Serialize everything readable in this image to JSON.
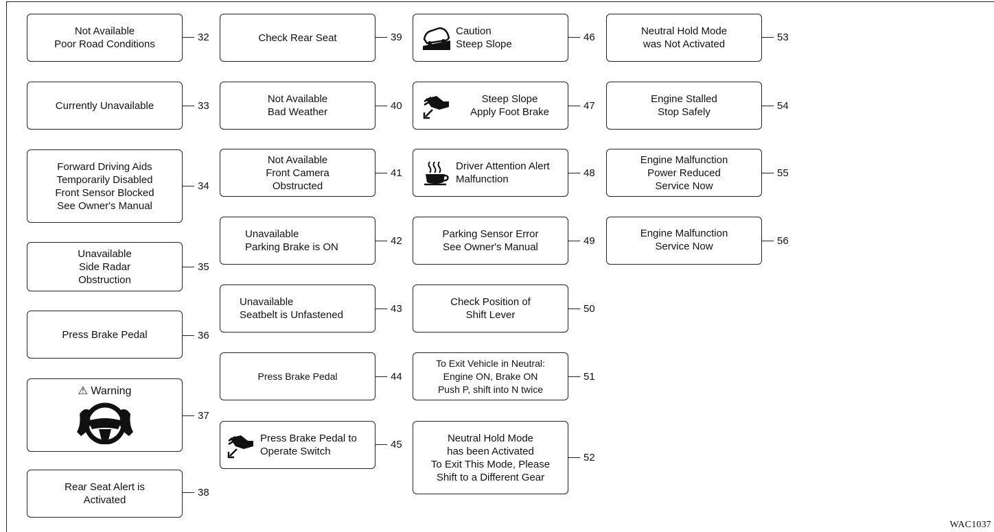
{
  "figure_code": "WAC1037",
  "messages": [
    {
      "id": "m32",
      "text": "Not Available\nPoor Road Conditions",
      "number": "32"
    },
    {
      "id": "m33",
      "text": "Currently Unavailable",
      "number": "33"
    },
    {
      "id": "m34",
      "text": "Forward Driving Aids\nTemporarily Disabled\nFront Sensor Blocked\nSee Owner's Manual",
      "number": "34"
    },
    {
      "id": "m35",
      "text": "Unavailable\nSide Radar\nObstruction",
      "number": "35"
    },
    {
      "id": "m36",
      "text": "Press Brake Pedal",
      "number": "36"
    },
    {
      "id": "m37",
      "text": "⚠ Warning",
      "number": "37",
      "icon": "hands-on-steering-wheel-icon"
    },
    {
      "id": "m38",
      "text": "Rear Seat Alert is\nActivated",
      "number": "38"
    },
    {
      "id": "m39",
      "text": "Check Rear Seat",
      "number": "39"
    },
    {
      "id": "m40",
      "text": "Not Available\nBad Weather",
      "number": "40"
    },
    {
      "id": "m41",
      "text": "Not Available\nFront Camera\nObstructed",
      "number": "41"
    },
    {
      "id": "m42",
      "text": "Unavailable\nParking Brake is ON",
      "number": "42"
    },
    {
      "id": "m43",
      "text": "Unavailable\nSeatbelt is Unfastened",
      "number": "43"
    },
    {
      "id": "m44",
      "text": "Press Brake Pedal",
      "number": "44"
    },
    {
      "id": "m45",
      "text": "Press Brake Pedal to\nOperate Switch",
      "number": "45",
      "icon": "foot-brake-icon"
    },
    {
      "id": "m46",
      "text": "Caution\nSteep Slope",
      "number": "46",
      "icon": "steep-slope-car-icon"
    },
    {
      "id": "m47",
      "text": "Steep Slope\nApply Foot Brake",
      "number": "47",
      "icon": "foot-brake-icon"
    },
    {
      "id": "m48",
      "text": "Driver Attention Alert\nMalfunction",
      "number": "48",
      "icon": "coffee-cup-icon"
    },
    {
      "id": "m49",
      "text": "Parking Sensor Error\nSee Owner's Manual",
      "number": "49"
    },
    {
      "id": "m50",
      "text": "Check Position of\nShift Lever",
      "number": "50"
    },
    {
      "id": "m51",
      "text": "To Exit Vehicle in Neutral:\nEngine ON, Brake ON\nPush P, shift into N twice",
      "number": "51"
    },
    {
      "id": "m52",
      "text": "Neutral Hold Mode\nhas been Activated\nTo Exit This Mode, Please\nShift to a Different Gear",
      "number": "52"
    },
    {
      "id": "m53",
      "text": "Neutral Hold Mode\nwas Not Activated",
      "number": "53"
    },
    {
      "id": "m54",
      "text": "Engine Stalled\nStop Safely",
      "number": "54"
    },
    {
      "id": "m55",
      "text": "Engine Malfunction\nPower Reduced\nService Now",
      "number": "55"
    },
    {
      "id": "m56",
      "text": "Engine Malfunction\nService Now",
      "number": "56"
    }
  ]
}
